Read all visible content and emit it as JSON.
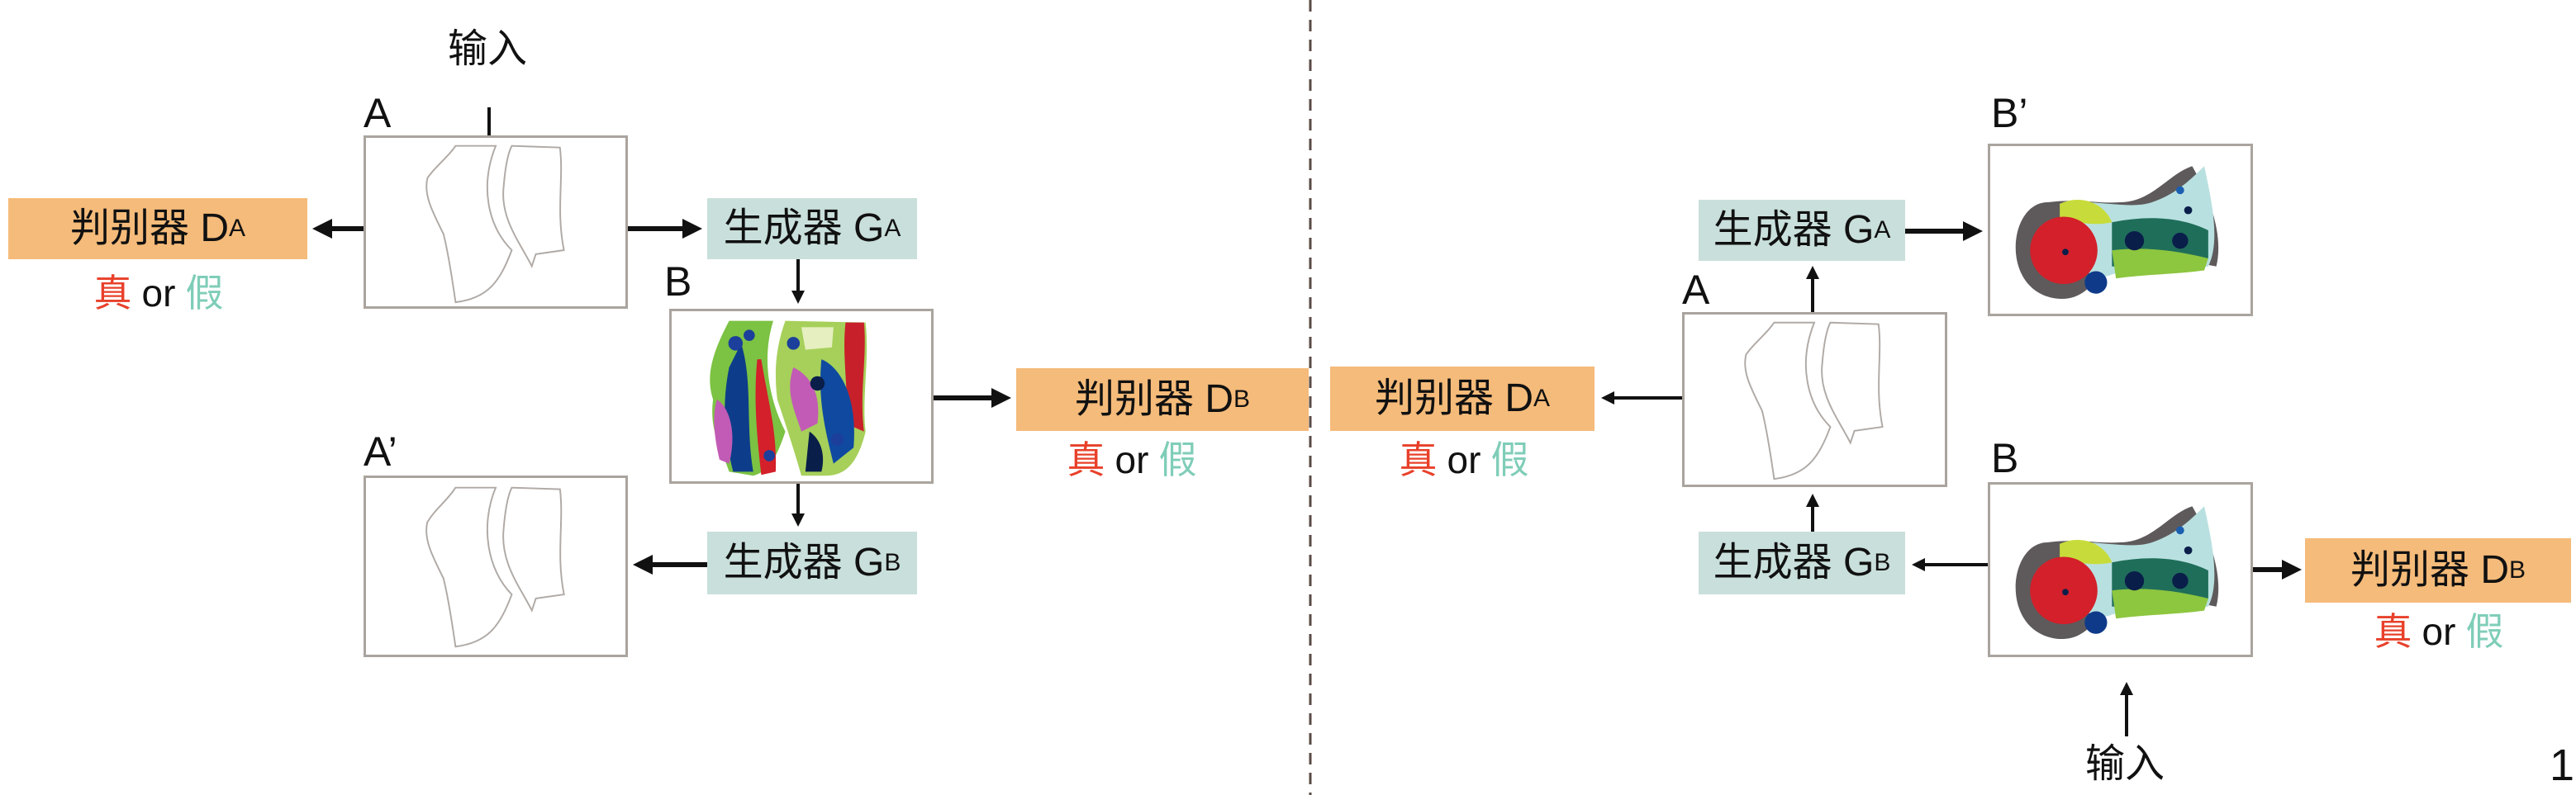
{
  "colors": {
    "discriminator": "#f5bb7a",
    "generator": "#c9dfdb",
    "real": "#e8402a",
    "fake": "#7fcdb8",
    "divider": "#5a4a44"
  },
  "left": {
    "input_label": "输入",
    "label_a": "A",
    "label_b": "B",
    "label_a_prime": "A’",
    "discriminator_a": {
      "name": "判别器 D",
      "sub": "A"
    },
    "discriminator_b": {
      "name": "判别器 D",
      "sub": "B"
    },
    "generator_a": {
      "name": "生成器 G",
      "sub": "A"
    },
    "generator_b": {
      "name": "生成器 G",
      "sub": "B"
    },
    "verdict_a": {
      "real": "真",
      "or": "or",
      "fake": "假"
    },
    "verdict_b": {
      "real": "真",
      "or": "or",
      "fake": "假"
    }
  },
  "right": {
    "input_label": "输入",
    "label_a": "A",
    "label_b": "B",
    "label_b_prime": "B’",
    "discriminator_a": {
      "name": "判别器 D",
      "sub": "A"
    },
    "discriminator_b": {
      "name": "判别器 D",
      "sub": "B"
    },
    "generator_a": {
      "name": "生成器 G",
      "sub": "A"
    },
    "generator_b": {
      "name": "生成器 G",
      "sub": "B"
    },
    "verdict_a": {
      "real": "真",
      "or": "or",
      "fake": "假"
    },
    "verdict_b": {
      "real": "真",
      "or": "or",
      "fake": "假"
    }
  },
  "figure_number": "1"
}
